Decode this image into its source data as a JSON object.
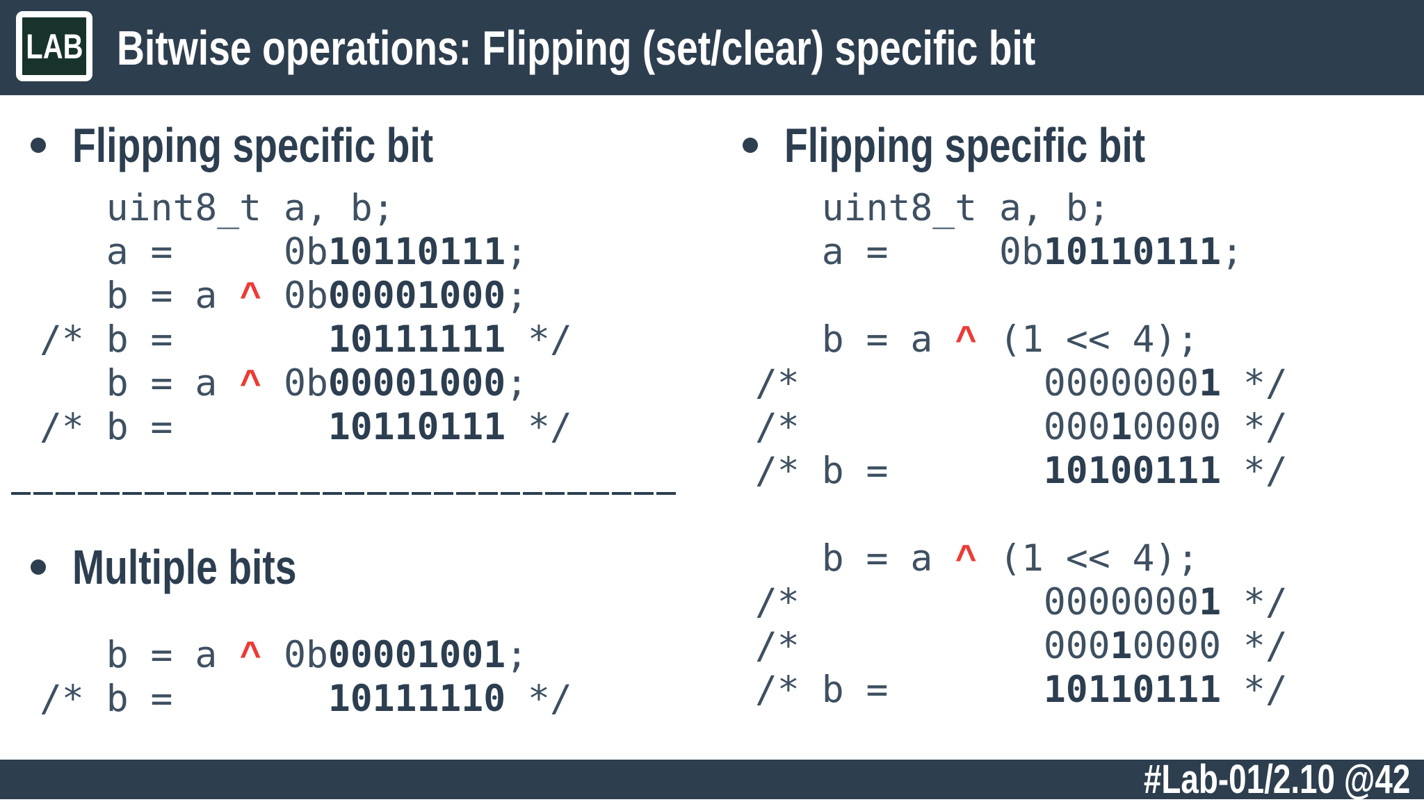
{
  "slide": {
    "header": {
      "logo": "LAB",
      "title": "Bitwise operations: Flipping (set/clear) specific bit"
    },
    "footer": {
      "label": "#Lab-01/2.10 @42"
    }
  },
  "headings": {
    "left_top": "Flipping specific bit",
    "left_bottom": "Multiple bits",
    "right": "Flipping specific bit"
  },
  "code": {
    "left_top": [
      [
        [
          "   uint8_t a, b;",
          "p"
        ]
      ],
      [
        [
          "   a =     0b",
          "p"
        ],
        [
          "10110111",
          "b"
        ],
        [
          ";",
          "p"
        ]
      ],
      [
        [
          "   b = a ",
          "p"
        ],
        [
          "^",
          "r"
        ],
        [
          " 0b",
          "p"
        ],
        [
          "00001000",
          "b"
        ],
        [
          ";",
          "p"
        ]
      ],
      [
        [
          "/* b =       ",
          "p"
        ],
        [
          "10111111",
          "b"
        ],
        [
          " */",
          "p"
        ]
      ],
      [
        [
          "   b = a ",
          "p"
        ],
        [
          "^",
          "r"
        ],
        [
          " 0b",
          "p"
        ],
        [
          "00001000",
          "b"
        ],
        [
          ";",
          "p"
        ]
      ],
      [
        [
          "/* b =       ",
          "p"
        ],
        [
          "10110111",
          "b"
        ],
        [
          " */",
          "p"
        ]
      ]
    ],
    "left_bottom": [
      [
        [
          "   b = a ",
          "p"
        ],
        [
          "^",
          "r"
        ],
        [
          " 0b",
          "p"
        ],
        [
          "00001001",
          "b"
        ],
        [
          ";",
          "p"
        ]
      ],
      [
        [
          "/* b =       ",
          "p"
        ],
        [
          "10111110",
          "b"
        ],
        [
          " */",
          "p"
        ]
      ]
    ],
    "right": [
      [
        [
          "   uint8_t a, b;",
          "p"
        ]
      ],
      [
        [
          "   a =     0b",
          "p"
        ],
        [
          "10110111",
          "b"
        ],
        [
          ";",
          "p"
        ]
      ],
      [],
      [
        [
          "   b = a ",
          "p"
        ],
        [
          "^",
          "r"
        ],
        [
          " (1 << 4);",
          "p"
        ]
      ],
      [
        [
          "/*           0000000",
          "p"
        ],
        [
          "1",
          "b"
        ],
        [
          " */",
          "p"
        ]
      ],
      [
        [
          "/*           000",
          "p"
        ],
        [
          "1",
          "b"
        ],
        [
          "0000 */",
          "p"
        ]
      ],
      [
        [
          "/* b =       ",
          "p"
        ],
        [
          "10100111",
          "b"
        ],
        [
          " */",
          "p"
        ]
      ],
      [],
      [
        [
          "   b = a ",
          "p"
        ],
        [
          "^",
          "r"
        ],
        [
          " (1 << 4);",
          "p"
        ]
      ],
      [
        [
          "/*           0000000",
          "p"
        ],
        [
          "1",
          "b"
        ],
        [
          " */",
          "p"
        ]
      ],
      [
        [
          "/*           000",
          "p"
        ],
        [
          "1",
          "b"
        ],
        [
          "0000 */",
          "p"
        ]
      ],
      [
        [
          "/* b =       ",
          "p"
        ],
        [
          "10110111",
          "b"
        ],
        [
          " */",
          "p"
        ]
      ]
    ]
  },
  "colors": {
    "header_bg": "#2d3e4f",
    "footer_bg": "#2d3e4f",
    "logo_bg": "#17332c",
    "heading_text": "#2c3e50",
    "code_text": "#3e5061",
    "code_bold": "#2c3e50",
    "xor_accent_red": "#ee3a36",
    "background": "#ffffff"
  }
}
